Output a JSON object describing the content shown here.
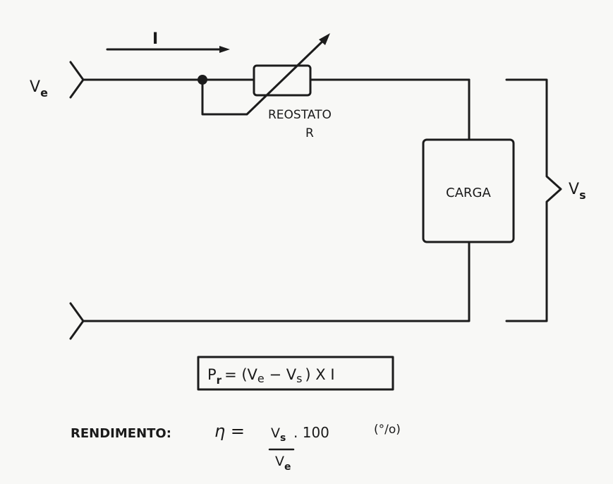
{
  "labels": {
    "input_voltage": "V",
    "input_voltage_sub": "e",
    "current": "I",
    "rheostat": "REOSTATO",
    "rheostat_symbol": "R",
    "load": "CARGA",
    "output_voltage": "V",
    "output_voltage_sub": "s"
  },
  "formula_power": {
    "lhs": "P",
    "lhs_sub": "r",
    "rhs_open": "= (V",
    "ve_sub": "e",
    "minus": " − V",
    "vs_sub": "s",
    "rhs_close": ") X I"
  },
  "efficiency": {
    "label": "RENDIMENTO:",
    "eta": "η =",
    "numerator": "V",
    "numerator_sub": "s",
    "denominator": "V",
    "denominator_sub": "e",
    "factor": ". 100",
    "unit": "(°/o)"
  },
  "colors": {
    "ink": "#1c1c1c",
    "paper": "#f8f8f6"
  }
}
